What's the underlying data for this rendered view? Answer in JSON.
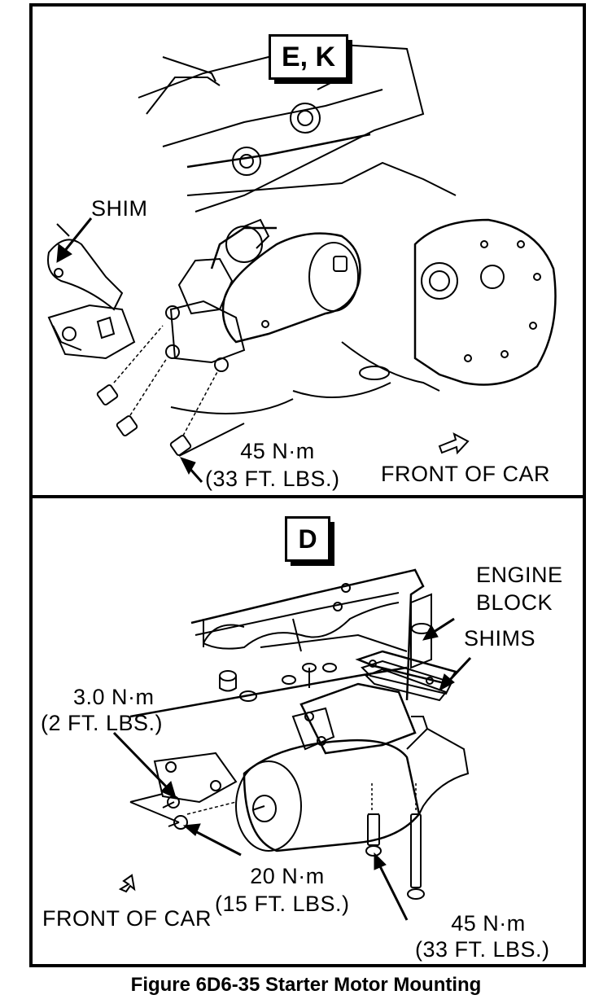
{
  "panels": {
    "top": {
      "badge": "E, K",
      "shim_label": "SHIM",
      "torque": "45 N·m",
      "torque_ftlbs": "(33 FT. LBS.)",
      "front_label": "FRONT OF CAR"
    },
    "bottom": {
      "badge": "D",
      "engine_block_line1": "ENGINE",
      "engine_block_line2": "BLOCK",
      "shims_label": "SHIMS",
      "torque_small": "3.0 N·m",
      "torque_small_ftlbs": "(2 FT. LBS.)",
      "torque_mid": "20 N·m",
      "torque_mid_ftlbs": "(15 FT. LBS.)",
      "torque_large": "45 N·m",
      "torque_large_ftlbs": "(33 FT. LBS.)",
      "front_label": "FRONT OF CAR"
    }
  },
  "caption": "Figure 6D6-35 Starter Motor Mounting"
}
